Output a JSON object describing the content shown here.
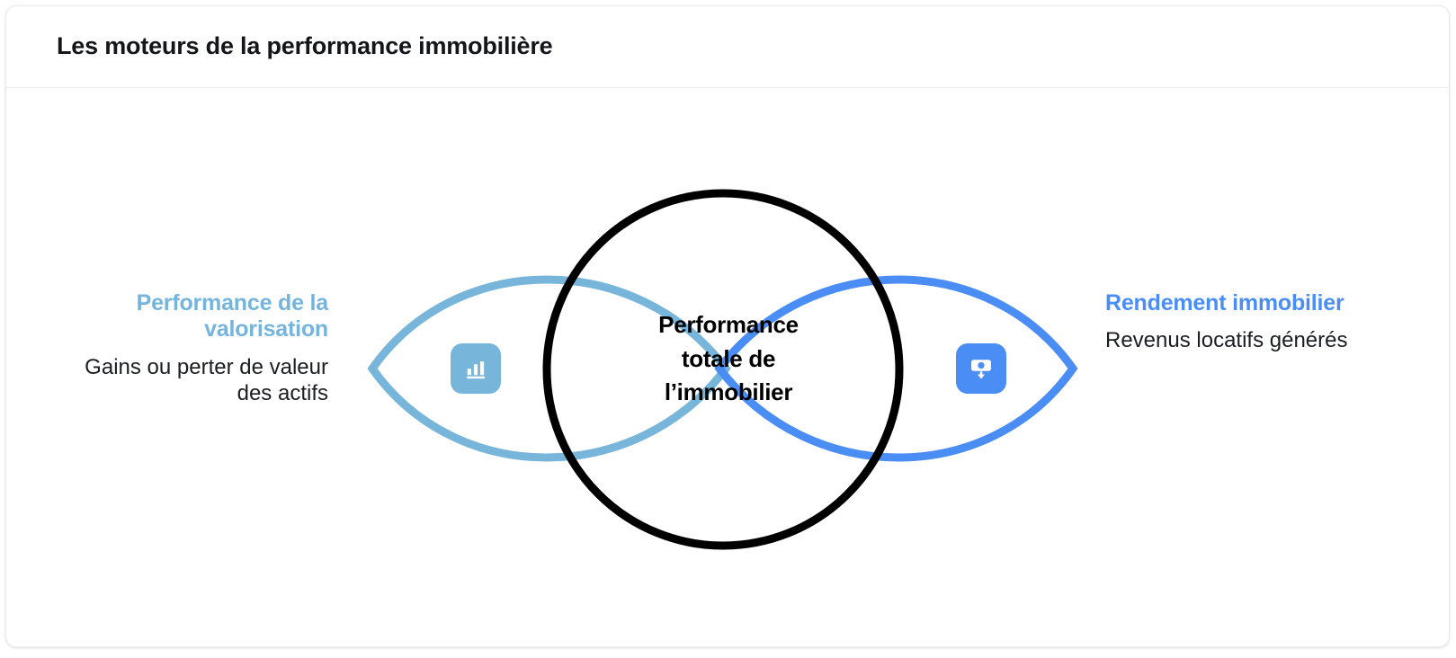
{
  "card": {
    "title": "Les moteurs de la performance immobilière"
  },
  "diagram": {
    "center": {
      "lines": [
        "Performance",
        "totale de",
        "l’immobilier"
      ],
      "text": "Performance totale de l’immobilier",
      "circle_color": "#000000"
    },
    "left": {
      "title": "Performance de la valorisation",
      "description": "Gains ou perter de valeur des actifs",
      "color": "#75b4dc",
      "icon": "bar-chart-icon"
    },
    "right": {
      "title": "Rendement immobilier",
      "description": "Revenus locatifs générés",
      "color": "#4a8df5",
      "icon": "money-down-icon"
    }
  }
}
